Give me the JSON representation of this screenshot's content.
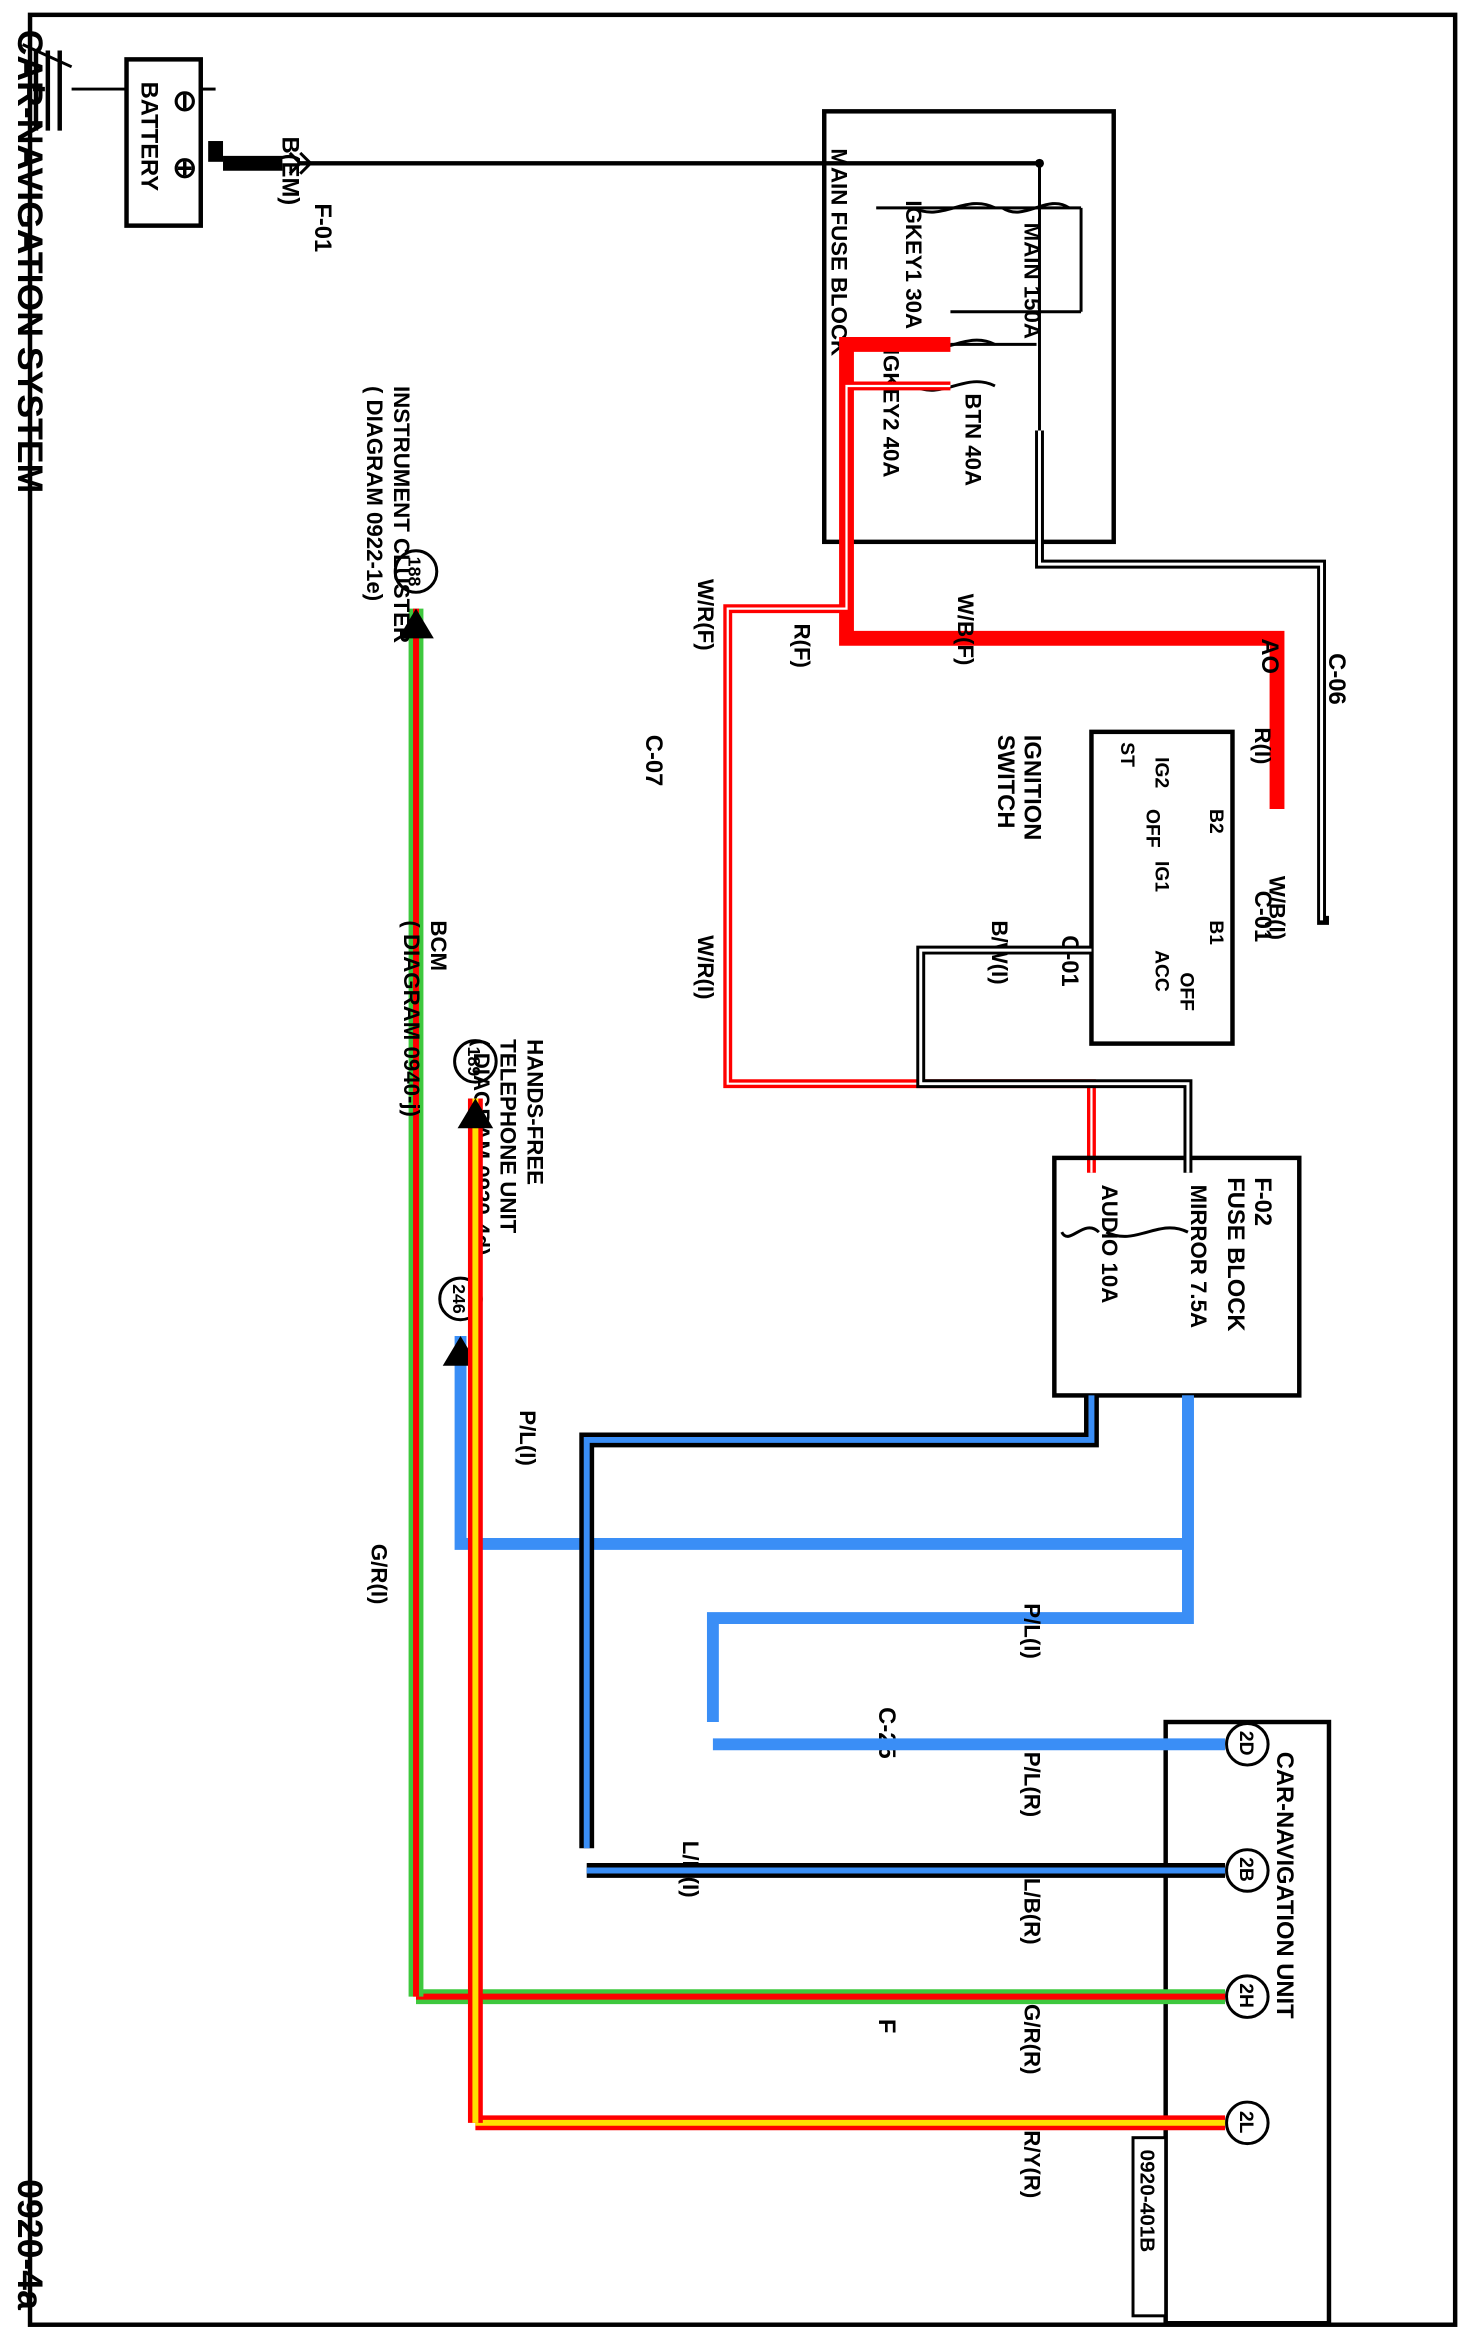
{
  "header": {
    "title": "CAR-NAVIGATION SYSTEM",
    "code": "0920-4a"
  },
  "ground_symbol": "ground-icon",
  "battery": {
    "label": "BATTERY",
    "neg": "⊖",
    "pos": "⊕",
    "cable": "B(EM)"
  },
  "main_fuse_block": {
    "name": "MAIN FUSE BLOCK",
    "connector": "F-01",
    "fuses": {
      "igkey1": "IGKEY1 30A",
      "main": "MAIN 150A",
      "igkey2": "IGKEY2 40A",
      "btn": "BTN 40A"
    }
  },
  "wires": {
    "wb_f": "W/B(F)",
    "r_f": "R(F)",
    "wr_f": "W/R(F)",
    "r_i": "R(I)",
    "wb_i": "W/B(I)",
    "bw_i": "B/W(I)",
    "wr_i": "W/R(I)",
    "pl_i_top": "P/L(I)",
    "pl_i_tel": "P/L(I)",
    "lb_i": "L/B(I)",
    "gr_i": "G/R(I)",
    "pl_r": "P/L(R)",
    "lb_r": "L/B(R)",
    "gr_r": "G/R(R)",
    "ry_r": "R/Y(R)"
  },
  "connectors": {
    "c06": "C-06",
    "ao": "AO",
    "c07": "C-07",
    "c01_top": "C-01",
    "c01_bot": "C-01",
    "c25": "C-25",
    "f": "F"
  },
  "ignition_switch": {
    "title_line1": "IGNITION",
    "title_line2": "SWITCH",
    "terminals": {
      "b1": "B1",
      "b2": "B2",
      "st": "ST",
      "ig1": "IG1",
      "ig2": "IG2",
      "acc": "ACC",
      "off1": "OFF",
      "off2": "OFF"
    }
  },
  "fuse_block_f02": {
    "name_line1": "F-02",
    "name_line2": "FUSE BLOCK",
    "mirror": "MIRROR 7.5A",
    "audio": "AUDIO 10A"
  },
  "nav_unit": {
    "name": "CAR-NAVIGATION UNIT",
    "pins": [
      "2D",
      "2B",
      "2H",
      "2L"
    ],
    "ref": "0920-401B"
  },
  "references": {
    "tel": {
      "line1": "HANDS-FREE",
      "line2": "TELEPHONE UNIT",
      "line3": "( DIAGRAM 0920-4d)",
      "num": "246"
    },
    "cluster": {
      "line1": "INSTRUMENT CLUSTER",
      "line2": "( DIAGRAM 0922-1e)",
      "num": "188"
    },
    "bcm": {
      "line1": "BCM",
      "line2": "( DIAGRAM 0940-j)",
      "num": "189"
    }
  },
  "colors": {
    "red": "#ff0000",
    "blue": "#3a8ef6",
    "black": "#000000",
    "green": "#3ec83e",
    "yellow": "#ffe000"
  }
}
